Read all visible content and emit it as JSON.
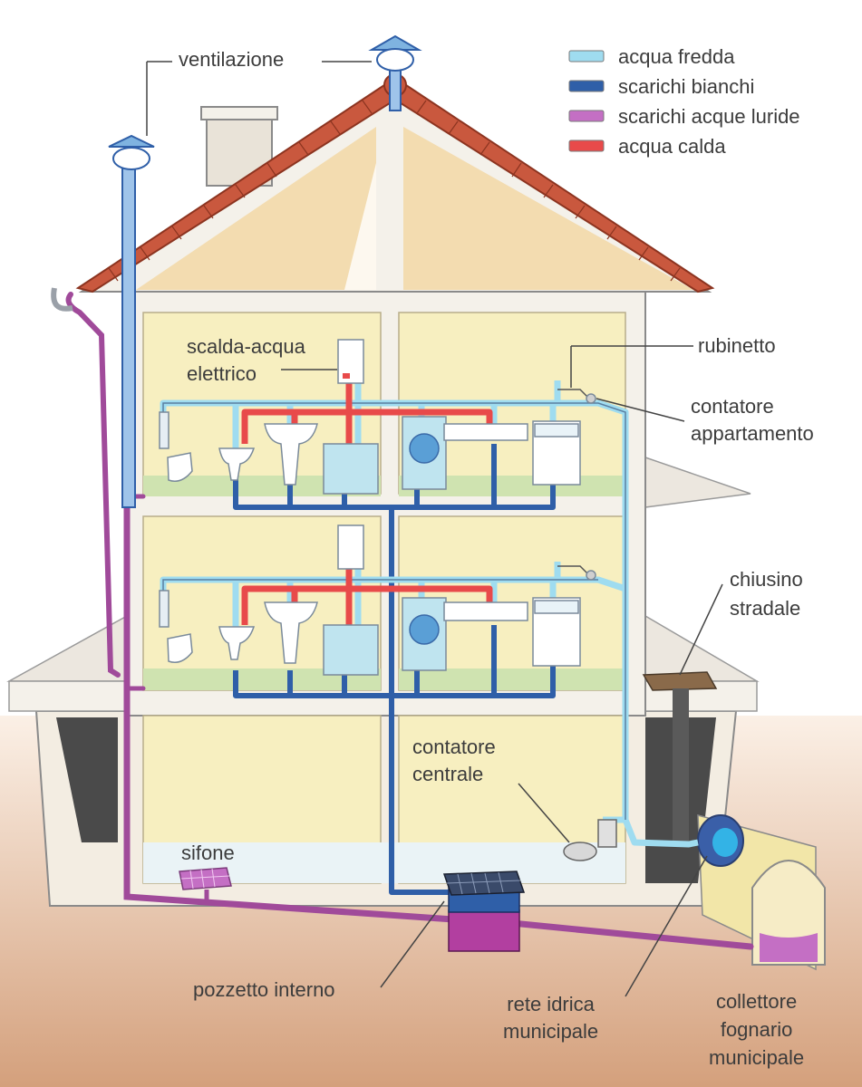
{
  "legend": [
    {
      "label": "acqua fredda",
      "color": "#9fdcf0"
    },
    {
      "label": "scarichi bianchi",
      "color": "#2f5fa8"
    },
    {
      "label": "scarichi acque luride",
      "color": "#c46fc4"
    },
    {
      "label": "acqua calda",
      "color": "#e84a4a"
    }
  ],
  "labels": {
    "ventilazione": "ventilazione",
    "scalda_acqua": "scalda-acqua\nelettrico",
    "rubinetto": "rubinetto",
    "contatore_appartamento": "contatore\nappartamento",
    "chiusino_stradale": "chiusino\nstradale",
    "contatore_centrale": "contatore\ncentrale",
    "sifone": "sifone",
    "pozzetto_interno": "pozzetto interno",
    "rete_idrica": "rete idrica\nmunicipale",
    "collettore": "collettore\nfognario\nmunicipale"
  },
  "colors": {
    "roof": "#c9583e",
    "wall": "#f4ecd8",
    "room": "#f7efc0",
    "floor": "#cfe3b0",
    "ground_top": "#f6e2d2",
    "ground_bottom": "#d49b76",
    "cold_water": "#9fdcf0",
    "white_drain": "#2f5fa8",
    "sewage": "#a04a9a",
    "hot_water": "#e84a4a"
  }
}
